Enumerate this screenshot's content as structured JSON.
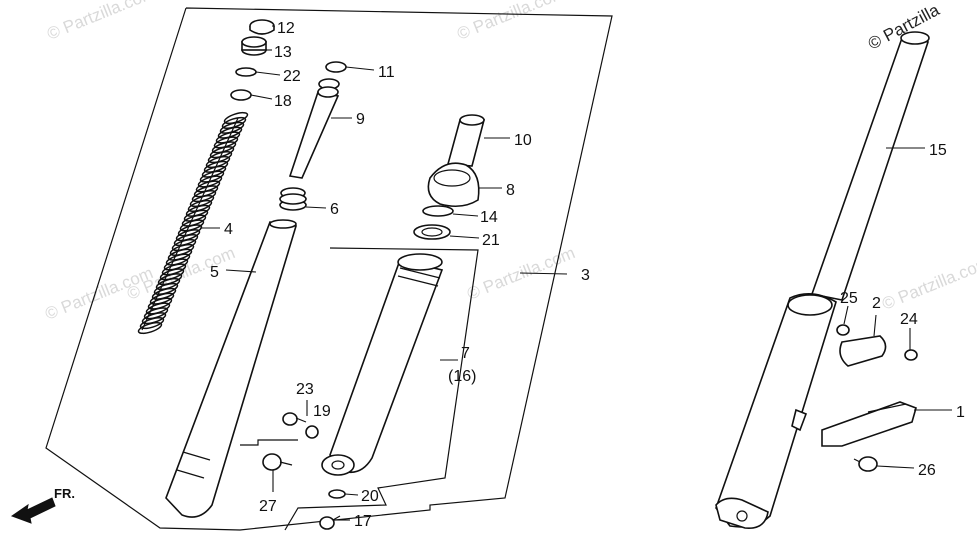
{
  "watermark": {
    "text": "© Partzilla.com",
    "corner_text": "© Partzilla"
  },
  "direction_indicator": {
    "label": "FR."
  },
  "callouts": [
    {
      "id": "12",
      "label": "12"
    },
    {
      "id": "13",
      "label": "13"
    },
    {
      "id": "22",
      "label": "22"
    },
    {
      "id": "18",
      "label": "18"
    },
    {
      "id": "11",
      "label": "11"
    },
    {
      "id": "9",
      "label": "9"
    },
    {
      "id": "10",
      "label": "10"
    },
    {
      "id": "8",
      "label": "8"
    },
    {
      "id": "14",
      "label": "14"
    },
    {
      "id": "21",
      "label": "21"
    },
    {
      "id": "6",
      "label": "6"
    },
    {
      "id": "4",
      "label": "4"
    },
    {
      "id": "5",
      "label": "5"
    },
    {
      "id": "3",
      "label": "3"
    },
    {
      "id": "7",
      "label": "7"
    },
    {
      "id": "16",
      "label": "(16)"
    },
    {
      "id": "23",
      "label": "23"
    },
    {
      "id": "19",
      "label": "19"
    },
    {
      "id": "27",
      "label": "27"
    },
    {
      "id": "20",
      "label": "20"
    },
    {
      "id": "17",
      "label": "17"
    },
    {
      "id": "15",
      "label": "15"
    },
    {
      "id": "25",
      "label": "25"
    },
    {
      "id": "2",
      "label": "2"
    },
    {
      "id": "24",
      "label": "24"
    },
    {
      "id": "1",
      "label": "1"
    },
    {
      "id": "26",
      "label": "26"
    }
  ]
}
